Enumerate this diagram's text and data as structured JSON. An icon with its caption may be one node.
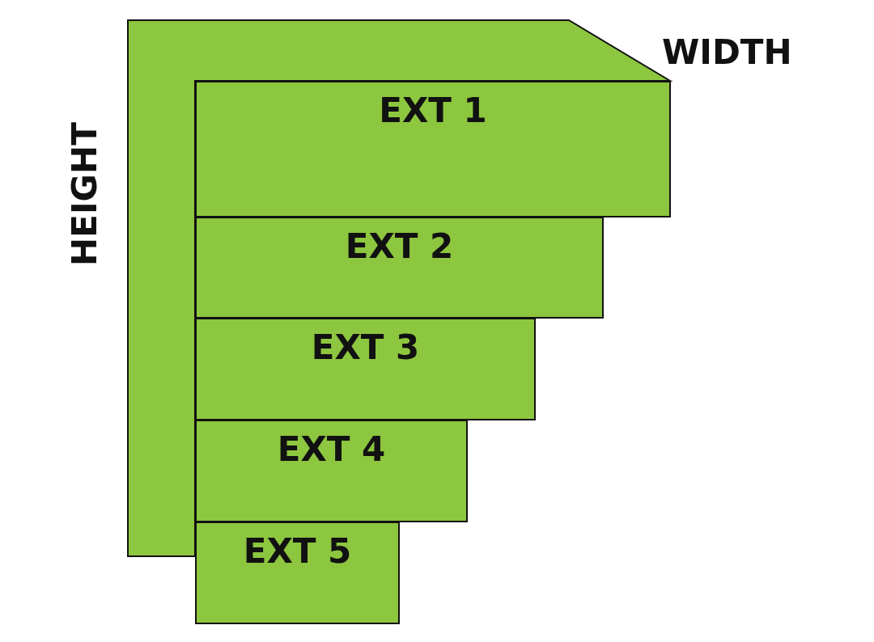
{
  "diagram": {
    "nodes": [
      {
        "text": [
          "EXT 1"
        ]
      },
      {
        "text": [
          "EXT 2"
        ]
      },
      {
        "text": [
          "EXT 3"
        ]
      },
      {
        "text": [
          "EXT 4"
        ]
      },
      {
        "text": [
          "EXT 5"
        ]
      }
    ],
    "labels": [
      "WIDTH",
      "HEIGHT"
    ]
  }
}
